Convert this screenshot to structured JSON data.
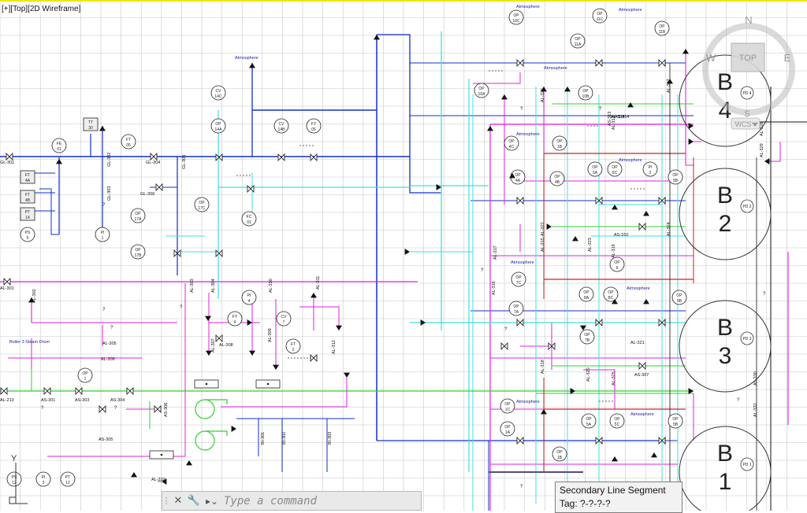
{
  "viewport": {
    "label": "[+][Top][2D Wireframe]"
  },
  "viewcube": {
    "north": "N",
    "south": "S",
    "east": "E",
    "west": "W",
    "face": "TOP",
    "wcs": "WCS"
  },
  "ucs": {
    "y_label": "Y"
  },
  "command_line": {
    "placeholder": "Type a command",
    "close_icon": "close-icon",
    "settings_icon": "wrench-icon"
  },
  "tooltip": {
    "title": "Secondary Line Segment",
    "tag": "Tag: ?-?-?-?"
  },
  "colors": {
    "grid": "#c8c8c8",
    "blue": "#1030c8",
    "magenta": "#e020e0",
    "cyan": "#40e0e0",
    "green": "#30d030",
    "red": "#d02020",
    "black": "#111111",
    "accent_yellow": "#f2e400"
  },
  "boilers": [
    {
      "letter": "B",
      "number": "4",
      "badge": "PD 4"
    },
    {
      "letter": "B",
      "number": "2",
      "badge": "PD 2"
    },
    {
      "letter": "B",
      "number": "3",
      "badge": "PD 3"
    },
    {
      "letter": "B",
      "number": "1",
      "badge": "PD 1"
    }
  ],
  "instruments": [
    {
      "tag": "FE",
      "num": "01"
    },
    {
      "tag": "FT",
      "num": "05"
    },
    {
      "tag": "CV",
      "num": "14C"
    },
    {
      "tag": "OP",
      "num": "14A"
    },
    {
      "tag": "CV",
      "num": "14B"
    },
    {
      "tag": "FY",
      "num": "05"
    },
    {
      "tag": "FC",
      "num": "01"
    },
    {
      "tag": "OP",
      "num": "17C"
    },
    {
      "tag": "OP",
      "num": "17A"
    },
    {
      "tag": "OP",
      "num": "17B"
    },
    {
      "tag": "PI",
      "num": "1"
    },
    {
      "tag": "PS",
      "num": "5"
    },
    {
      "tag": "PI",
      "num": "4"
    },
    {
      "tag": "FY",
      "num": "4"
    },
    {
      "tag": "CV",
      "num": "7"
    },
    {
      "tag": "FT",
      "num": "2"
    },
    {
      "tag": "OP",
      "num": "1"
    },
    {
      "tag": "OP",
      "num": "10C"
    },
    {
      "tag": "OP",
      "num": "11C"
    },
    {
      "tag": "OP",
      "num": "11A"
    },
    {
      "tag": "OP",
      "num": "11B"
    },
    {
      "tag": "OP",
      "num": "10A"
    },
    {
      "tag": "OP",
      "num": "10B"
    },
    {
      "tag": "OP",
      "num": "4C"
    },
    {
      "tag": "OP",
      "num": "1B"
    },
    {
      "tag": "OP",
      "num": "5A"
    },
    {
      "tag": "OP",
      "num": "5C"
    },
    {
      "tag": "OP",
      "num": "4A"
    },
    {
      "tag": "OP",
      "num": "4B"
    },
    {
      "tag": "PI",
      "num": "2"
    },
    {
      "tag": "OP",
      "num": "5B"
    },
    {
      "tag": "OP",
      "num": "6"
    },
    {
      "tag": "OP",
      "num": "7C"
    },
    {
      "tag": "OP",
      "num": "7A"
    },
    {
      "tag": "OP",
      "num": "8A"
    },
    {
      "tag": "OP",
      "num": "8C"
    },
    {
      "tag": "OP",
      "num": "8B"
    },
    {
      "tag": "OP",
      "num": "7B"
    },
    {
      "tag": "OP",
      "num": "1C"
    },
    {
      "tag": "OP",
      "num": "1A"
    },
    {
      "tag": "OP",
      "num": "5A"
    },
    {
      "tag": "OP",
      "num": "5C"
    },
    {
      "tag": "OP",
      "num": "5B"
    },
    {
      "tag": "OP",
      "num": "1B"
    },
    {
      "tag": "PS",
      "num": "12"
    },
    {
      "tag": "PI",
      "num": "3"
    },
    {
      "tag": "PT",
      "num": "12"
    }
  ],
  "tag_boxes": [
    {
      "tag": "TT",
      "num": "30"
    },
    {
      "tag": "FT",
      "num": "4A"
    },
    {
      "tag": "FT",
      "num": "4B"
    },
    {
      "tag": "PT",
      "num": "14"
    }
  ],
  "line_labels": [
    "GL-301",
    "GL-302",
    "GL-303",
    "GL-304",
    "GL-305",
    "GL-306",
    "AL-301",
    "AL-302",
    "AL-303",
    "AL-304",
    "AL-305",
    "AL-306",
    "AL-307",
    "AL-308",
    "AL-309",
    "AL-310",
    "AL-311",
    "AL-312",
    "AL-313",
    "AL-314",
    "AL-315",
    "AL-316",
    "AL-317",
    "AL-318",
    "AL-319",
    "AL-320",
    "AL-321",
    "AL-322",
    "AL-323",
    "AL-324",
    "AL-325",
    "AL-326",
    "AL-327",
    "AL-328",
    "AL-329",
    "AL-330",
    "AL-331",
    "AL-332",
    "AL-213",
    "AS-301",
    "AS-303",
    "AS-304",
    "AS-305",
    "AS-306",
    "AS-307",
    "AS-310",
    "AS-313",
    "AS-314",
    "BI-301",
    "BI-302",
    "BI-303"
  ],
  "atmosphere_labels": [
    "Atmosphere",
    "Atmosphere",
    "Atmosphere",
    "Atmosphere",
    "Atmosphere",
    "Atmosphere",
    "Atmosphere",
    "Atmosphere",
    "Atmosphere",
    "Atmosphere"
  ],
  "boiler_steam_drum": "Boiler 3 Steam Drum",
  "question_mark": "?"
}
